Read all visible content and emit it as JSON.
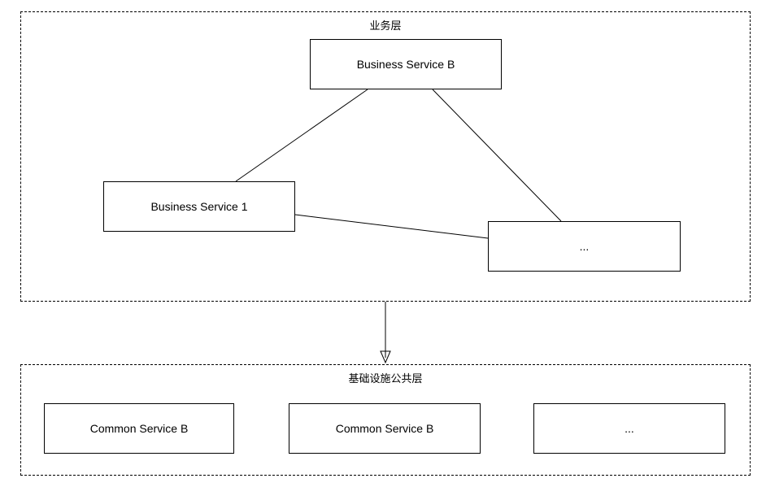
{
  "diagram": {
    "layers": [
      {
        "id": "business-layer",
        "title": "业务层",
        "nodes": [
          {
            "id": "node-business-b",
            "label": "Business Service B"
          },
          {
            "id": "node-business-1",
            "label": "Business Service 1"
          },
          {
            "id": "node-business-etc",
            "label": "..."
          }
        ]
      },
      {
        "id": "infra-layer",
        "title": "基础设施公共层",
        "nodes": [
          {
            "id": "node-common-b1",
            "label": "Common Service B"
          },
          {
            "id": "node-common-b2",
            "label": "Common Service B"
          },
          {
            "id": "node-common-etc",
            "label": "..."
          }
        ]
      }
    ],
    "connections": [
      {
        "from": "node-business-b",
        "to": "node-business-1",
        "style": "plain-line"
      },
      {
        "from": "node-business-b",
        "to": "node-business-etc",
        "style": "plain-line"
      },
      {
        "from": "node-business-1",
        "to": "node-business-etc",
        "style": "plain-line"
      },
      {
        "from": "business-layer",
        "to": "infra-layer",
        "style": "arrow-down"
      }
    ],
    "colors": {
      "stroke": "#000000",
      "fill": "#ffffff",
      "container_border": "#000000"
    }
  }
}
